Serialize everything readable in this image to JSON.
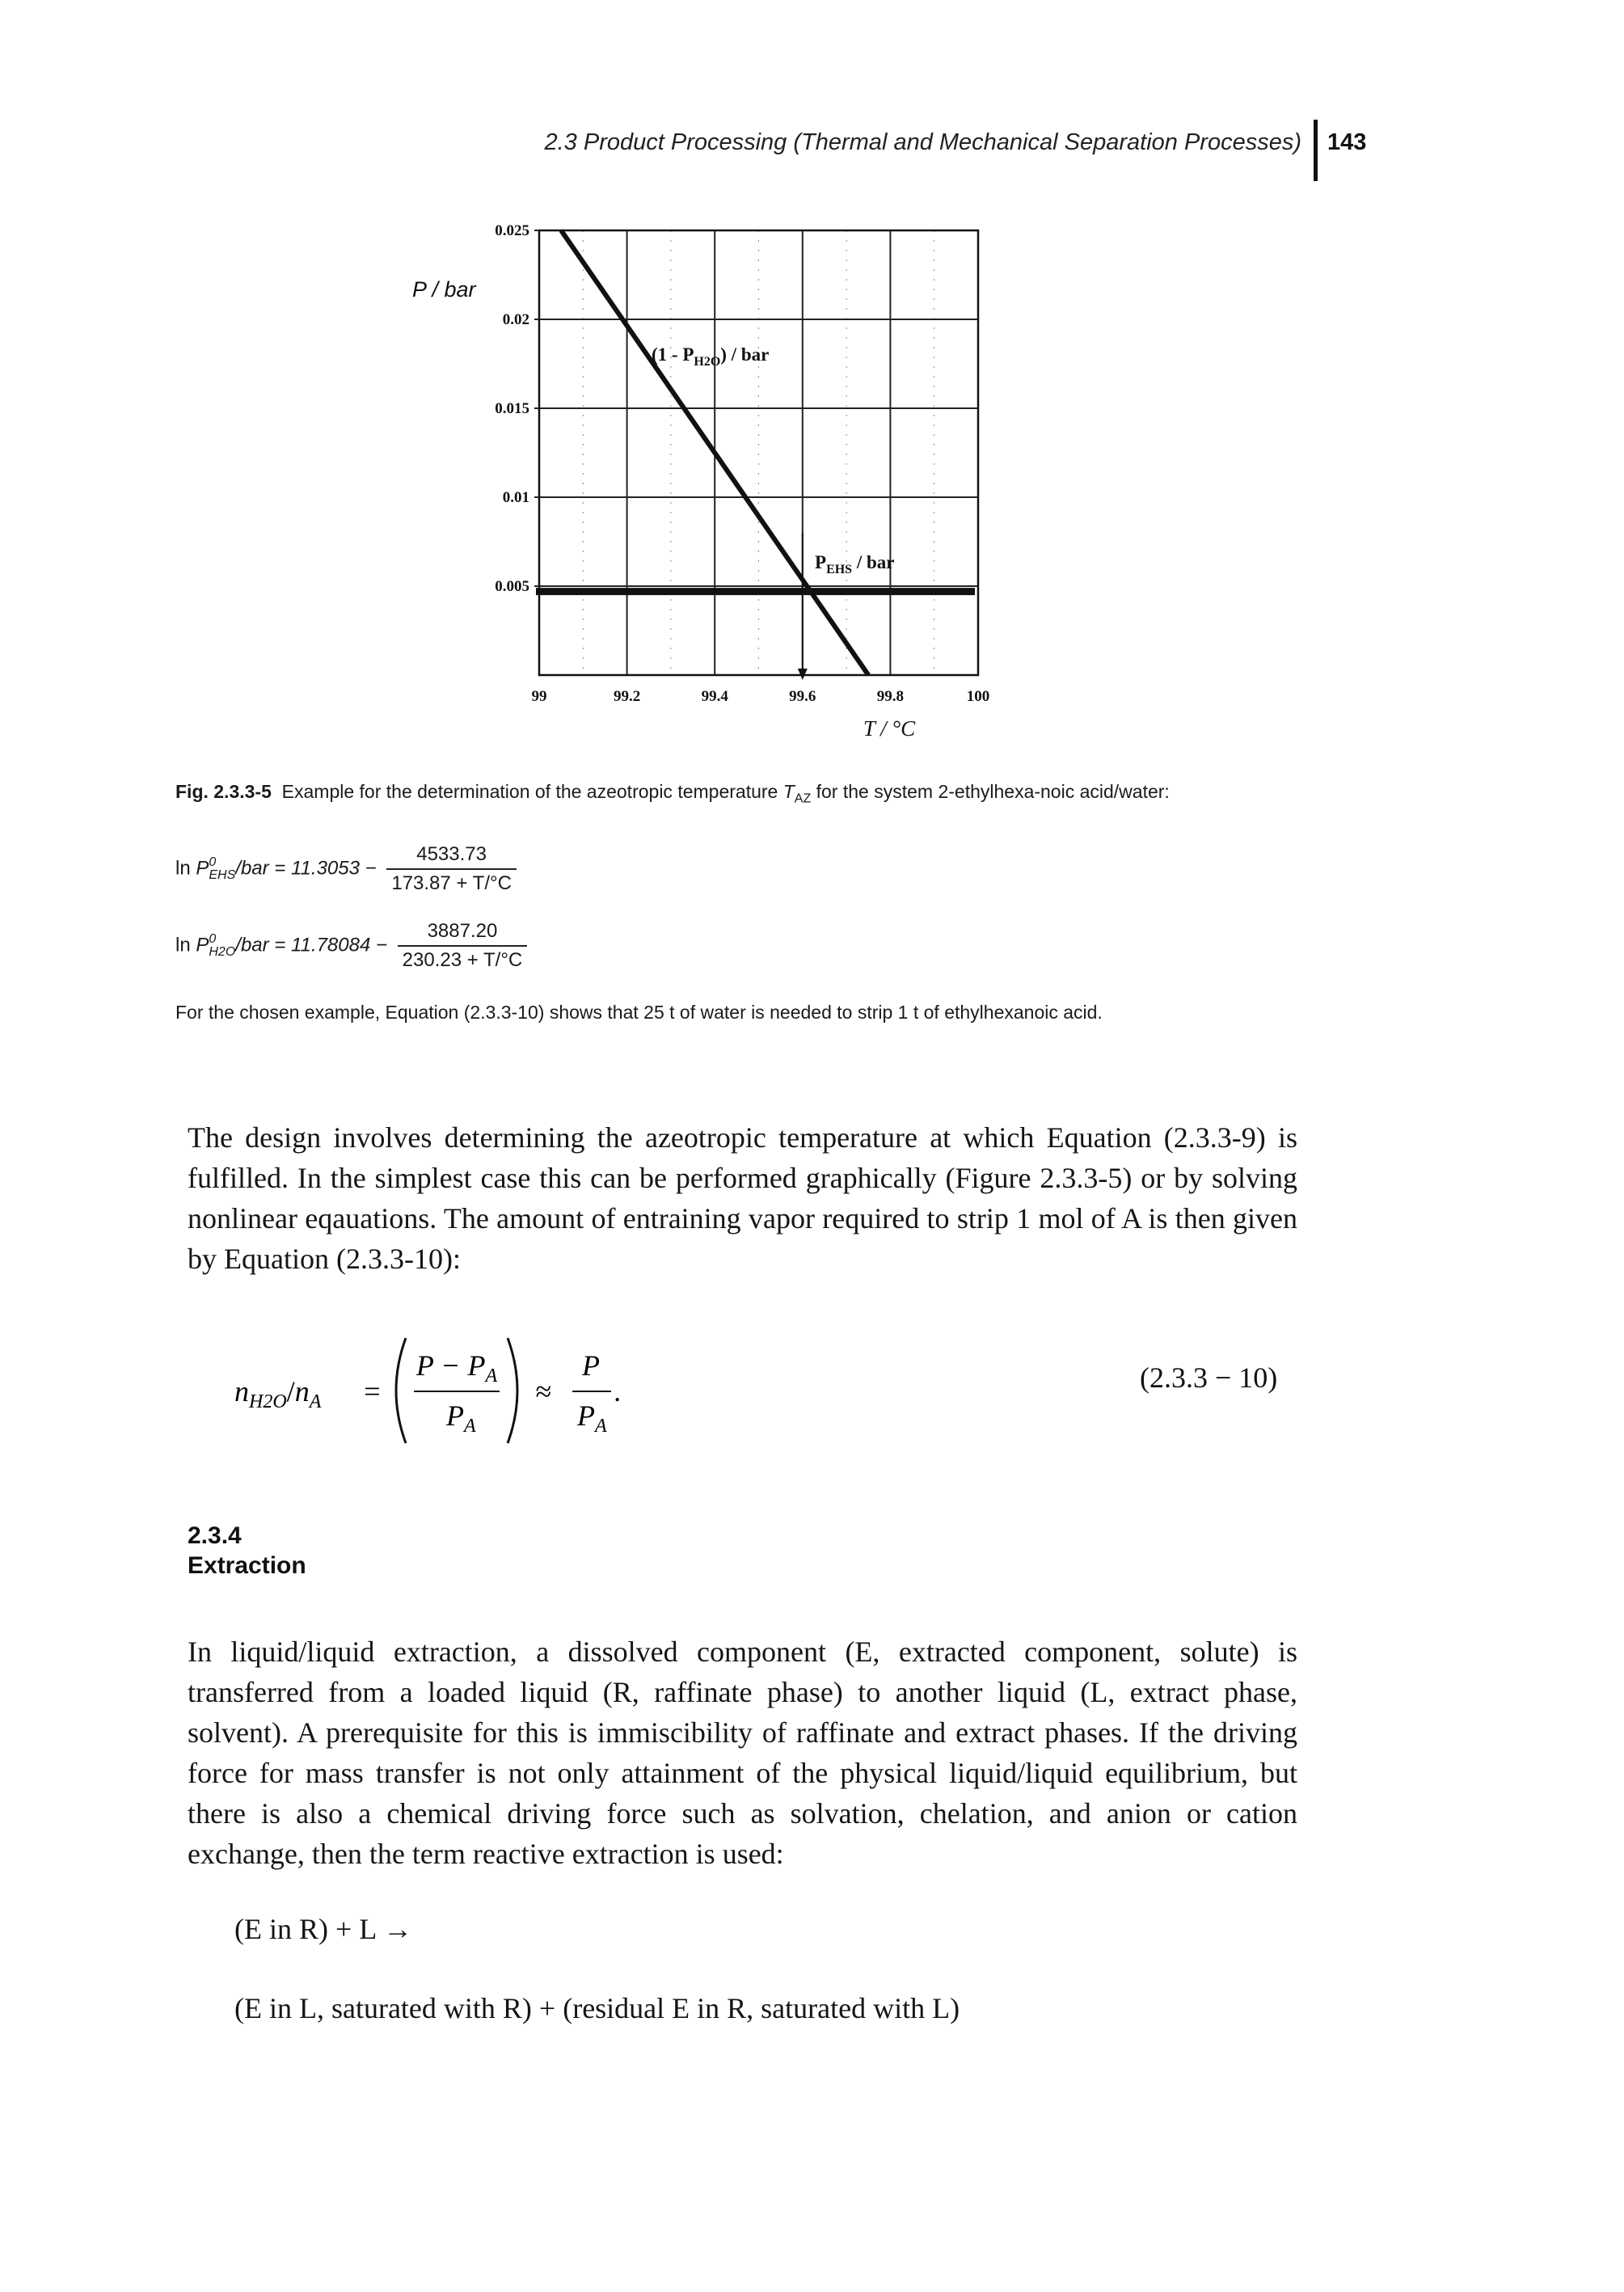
{
  "header": {
    "running_title": "2.3 Product Processing (Thermal and Mechanical Separation Processes)",
    "page_number": "143"
  },
  "chart_data": {
    "type": "line",
    "ylabel": "P / bar",
    "xlabel": "T / °C",
    "x_ticks": [
      "99",
      "99.2",
      "99.4",
      "99.6",
      "99.8",
      "100"
    ],
    "y_ticks": [
      "0.025",
      "0.02",
      "0.015",
      "0.01",
      "0.005"
    ],
    "xlim": [
      99,
      100
    ],
    "ylim": [
      0,
      0.025
    ],
    "grid": true,
    "series": [
      {
        "name": "(1 - P_H2O) / bar",
        "x": [
          99.05,
          99.75
        ],
        "y": [
          0.025,
          0.0
        ]
      },
      {
        "name": "P_EHS / bar",
        "x": [
          99.0,
          100.0
        ],
        "y": [
          0.0047,
          0.0047
        ]
      }
    ],
    "annotations": {
      "h2o_label": {
        "pre": "(1 - P",
        "sub": "H2O",
        "post": ") / bar"
      },
      "ehs_label": {
        "pre": "P",
        "sub": "EHS",
        "post": " / bar"
      }
    },
    "intersection_x": 99.6
  },
  "caption": {
    "fig_label": "Fig. 2.3.3-5",
    "text_a": "Example for the determination of the azeotropic temperature ",
    "taz_T": "T",
    "taz_sub": "AZ",
    "text_b": " for the system 2-ethylhexa-noic acid/water:"
  },
  "eq1": {
    "prefix": "ln ",
    "P": "P",
    "sup": "0",
    "sub": "EHS",
    "rhs": "/bar = 11.3053 −",
    "num": "4533.73",
    "den": "173.87 + T/°C"
  },
  "eq2": {
    "prefix": "ln ",
    "P": "P",
    "sup": "0",
    "sub": "H2O",
    "rhs": "/bar = 11.78084 −",
    "num": "3887.20",
    "den": "230.23 + T/°C"
  },
  "example_note": "For the chosen example, Equation (2.3.3-10) shows that 25 t of water is needed to strip 1 t of ethylhexanoic acid.",
  "para1": "The design involves determining the azeotropic temperature at which Equation (2.3.3-9) is fulfilled. In the simplest case this can be performed graphically (Figure 2.3.3-5) or by solving nonlinear eqauations. The amount of entraining vapor required to strip 1 mol of A is then given by Equation (2.3.3-10):",
  "main_eq": {
    "lhs_n1": "n",
    "lhs_sub1": "H2O",
    "lhs_slash": "/",
    "lhs_n2": "n",
    "lhs_sub2": "A",
    "eq": "=",
    "frac_num": "P − P",
    "frac_num_sub": "A",
    "frac_den": "P",
    "frac_den_sub": "A",
    "approx": "≈",
    "frac2_num": "P",
    "frac2_den": "P",
    "frac2_den_sub": "A",
    "end": ".",
    "number": "(2.3.3 − 10)"
  },
  "section": {
    "number": "2.3.4",
    "title": "Extraction"
  },
  "para2": "In liquid/liquid extraction, a dissolved component (E, extracted component, solute) is transferred from a loaded liquid (R, raffinate phase) to another liquid (L, extract phase, solvent). A prerequisite for this is immiscibility of raffinate and extract phases. If the driving force for mass transfer is not only attainment of the physical liquid/liquid equilibrium, but there is also a chemical driving force such as solvation, chelation, and anion or cation exchange, then the term reactive extraction is used:",
  "reaction": {
    "line1": "(E in R) + L →",
    "line2": "(E in L, saturated with R) + (residual E in R, saturated with L)"
  }
}
